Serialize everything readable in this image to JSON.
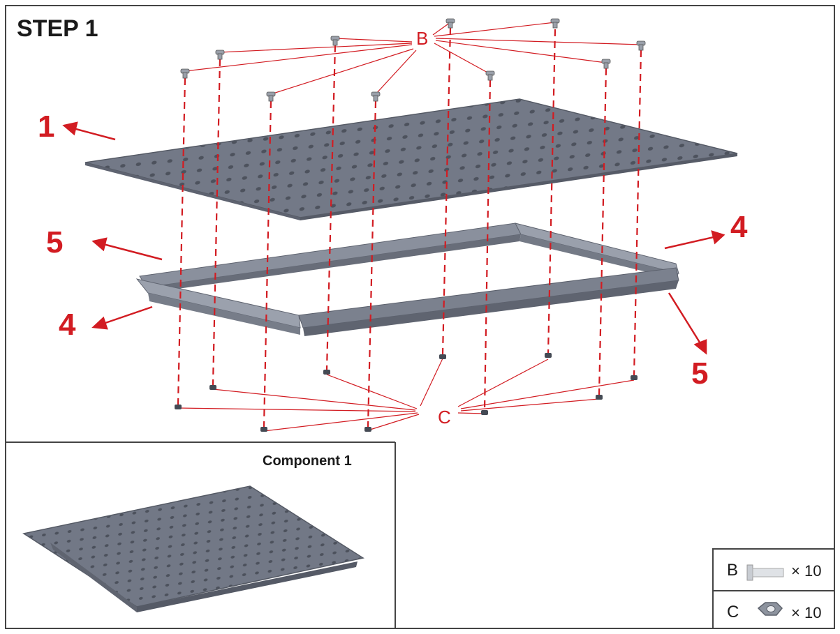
{
  "step_title": "STEP 1",
  "component_title": "Component 1",
  "callouts": {
    "panel": "1",
    "frame_short_left": "4",
    "frame_short_right": "4",
    "frame_long_left": "5",
    "frame_long_right": "5"
  },
  "hardware_labels": {
    "bolt": "B",
    "nut": "C"
  },
  "legend": [
    {
      "letter": "B",
      "icon": "bolt-icon",
      "quantity": "× 10"
    },
    {
      "letter": "C",
      "icon": "hex-nut-icon",
      "quantity": "× 10"
    }
  ],
  "colors": {
    "callout_red": "#d21c22",
    "panel_gray": "#6f7582",
    "frame_gray": "#7d8391",
    "border": "#444444"
  }
}
